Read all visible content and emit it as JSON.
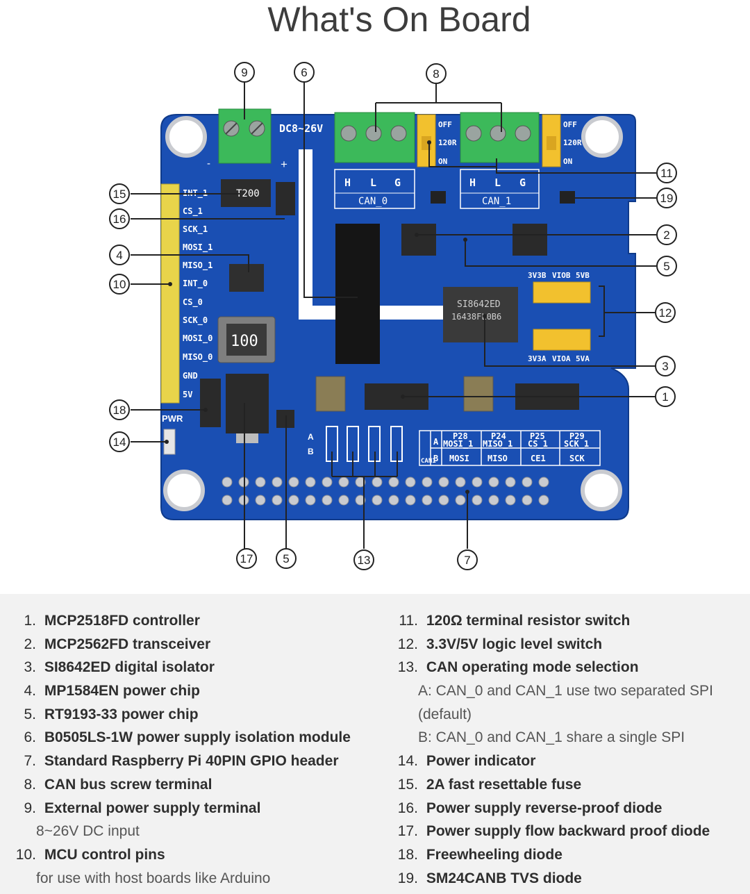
{
  "title": "What's On Board",
  "board": {
    "power_terminal_label": "DC8~26V",
    "minus": "-",
    "plus": "+",
    "jumper_off_1": "OFF",
    "jumper_120r_1": "120R",
    "jumper_on_1": "ON",
    "jumper_off_2": "OFF",
    "jumper_120r_2": "120R",
    "jumper_on_2": "ON",
    "can0_pins": [
      "H",
      "L",
      "G"
    ],
    "can1_pins": [
      "H",
      "L",
      "G"
    ],
    "can0_label": "CAN_0",
    "can1_label": "CAN_1",
    "header_pins": [
      "INT_1",
      "CS_1",
      "SCK_1",
      "MOSI_1",
      "MISO_1",
      "INT_0",
      "CS_0",
      "SCK_0",
      "MOSI_0",
      "MISO_0",
      "GND",
      "5V"
    ],
    "pwr_label": "PWR",
    "fuse_label": "T200",
    "inductor_label": "100",
    "isolator_label_1": "SI8642ED",
    "isolator_label_2": "16438FL0B6",
    "level_top": [
      "3V3B",
      "VIOB",
      "5VB"
    ],
    "level_bottom": [
      "3V3A",
      "VIOA",
      "5VA"
    ],
    "mode_a": "A",
    "mode_b": "B",
    "table_can": "CAN1",
    "table_a": "A",
    "table_b": "B",
    "table_head": [
      "P28",
      "P24",
      "P25",
      "P29"
    ],
    "table_row_a": [
      "MOSI_1",
      "MISO_1",
      "CS_1",
      "SCK_1"
    ],
    "table_row_b": [
      "MOSI",
      "MISO",
      "CE1",
      "SCK"
    ]
  },
  "callouts": [
    "9",
    "6",
    "8",
    "15",
    "16",
    "4",
    "10",
    "18",
    "14",
    "11",
    "19",
    "2",
    "5",
    "12",
    "3",
    "1",
    "17",
    "5",
    "13",
    "7"
  ],
  "legend": {
    "left": [
      {
        "num": "1.",
        "label": "MCP2518FD controller"
      },
      {
        "num": "2.",
        "label": "MCP2562FD transceiver"
      },
      {
        "num": "3.",
        "label": "SI8642ED digital isolator"
      },
      {
        "num": "4.",
        "label": "MP1584EN power chip"
      },
      {
        "num": "5.",
        "label": "RT9193-33 power chip"
      },
      {
        "num": "6.",
        "label": "B0505LS-1W power supply isolation module"
      },
      {
        "num": "7.",
        "label": "Standard Raspberry Pi 40PIN GPIO header"
      },
      {
        "num": "8.",
        "label": "CAN bus screw terminal"
      },
      {
        "num": "9.",
        "label": "External power supply terminal",
        "sub": [
          "8~26V DC input"
        ]
      },
      {
        "num": "10.",
        "label": "MCU control pins",
        "sub": [
          "for use with host boards like Arduino"
        ]
      }
    ],
    "right": [
      {
        "num": "11.",
        "label": "120Ω terminal resistor switch"
      },
      {
        "num": "12.",
        "label": "3.3V/5V logic level switch"
      },
      {
        "num": "13.",
        "label": "CAN operating mode selection",
        "sub": [
          "A: CAN_0 and CAN_1 use two separated SPI",
          "(default)",
          "B: CAN_0 and CAN_1 share a single SPI"
        ]
      },
      {
        "num": "14.",
        "label": "Power indicator"
      },
      {
        "num": "15.",
        "label": "2A fast resettable fuse"
      },
      {
        "num": "16.",
        "label": "Power supply reverse-proof diode"
      },
      {
        "num": "17.",
        "label": "Power supply flow backward proof diode"
      },
      {
        "num": "18.",
        "label": "Freewheeling diode"
      },
      {
        "num": "19.",
        "label": "SM24CANB TVS diode"
      }
    ]
  },
  "colors": {
    "pcb": "#1a4fb3",
    "terminal": "#3cb95a",
    "jumper": "#f2c12e",
    "header_pin": "#e8d44a",
    "chip": "#2a2a2a",
    "silk": "#ffffff"
  }
}
